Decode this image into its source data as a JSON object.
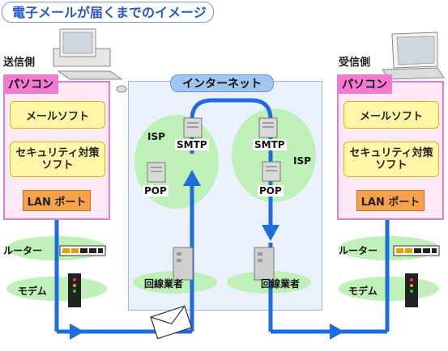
{
  "title": "電子メールが届くまでのイメージ",
  "sender": {
    "label": "送信側",
    "pc_tag": "パソコン",
    "mail_software": "メールソフト",
    "security_software": "セキュリティ対策\nソフト",
    "lan_port": "LAN ポート",
    "router": "ルーター",
    "modem": "モデム"
  },
  "receiver": {
    "label": "受信側",
    "pc_tag": "パソコン",
    "mail_software": "メールソフト",
    "security_software": "セキュリティ対策\nソフト",
    "lan_port": "LAN ポート",
    "router": "ルーター",
    "modem": "モデム"
  },
  "internet": {
    "label": "インターネット",
    "left_isp": {
      "label": "ISP",
      "smtp": "SMTP",
      "pop": "POP"
    },
    "right_isp": {
      "label": "ISP",
      "smtp": "SMTP",
      "pop": "POP"
    },
    "left_line_provider": "回線業者",
    "right_line_provider": "回線業者"
  },
  "colors": {
    "title_text": "#2a56c6",
    "flow_line": "#1e6de0",
    "pc_border": "#e77ad2",
    "pc_bg": "#fde9f6",
    "software_box": "#fff6a8",
    "lan_port_box": "#f7a24a",
    "isp_bubble": "#bff0b7",
    "internet_bg": "#eaf1fc"
  },
  "icons": [
    "desktop-pc-icon",
    "laptop-icon",
    "server-icon",
    "router-icon",
    "modem-icon",
    "envelope-icon"
  ]
}
